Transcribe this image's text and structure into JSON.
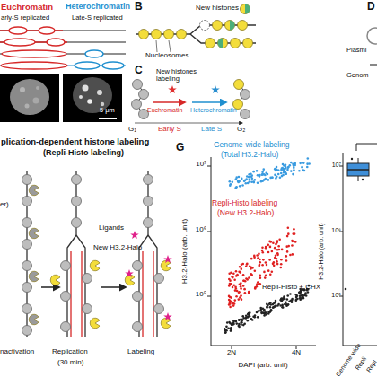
{
  "diagram": {
    "labels": [
      "Euchromatin",
      "Heterochromatin",
      "arly-S replicated",
      "Late-S replicated",
      "5 μm",
      "B",
      "New histones",
      "Nucleosomes",
      "C",
      "New histones labeling",
      "Euchromatin",
      "Heterochromatin",
      "G₁",
      "Early S",
      "Late S",
      "G₂",
      "D",
      "Plasmi",
      "Genom",
      "plication-dependent histone labeling",
      "(Repli-Histo labeling)",
      "er)",
      "Ligands",
      "New H3.2-Halo",
      "nactivation",
      "Replication",
      "(30 min)",
      "Labeling",
      "G",
      "Genome-wide labeling",
      "(Total H3.2-Halo)",
      "Repli-Histo labeling",
      "(New H3.2-Halo)",
      "Repli-Histo + CHX",
      "10⁷",
      "10⁶",
      "10⁵",
      "2N",
      "4N",
      "DAPI (arb. unit)",
      "H3.2-Halo (arb. unit)",
      "H3.2-Halo (arb. unit)",
      "10⁷",
      "10⁶",
      "10⁵",
      "Genome wide",
      "Repli",
      "Repl"
    ]
  }
}
